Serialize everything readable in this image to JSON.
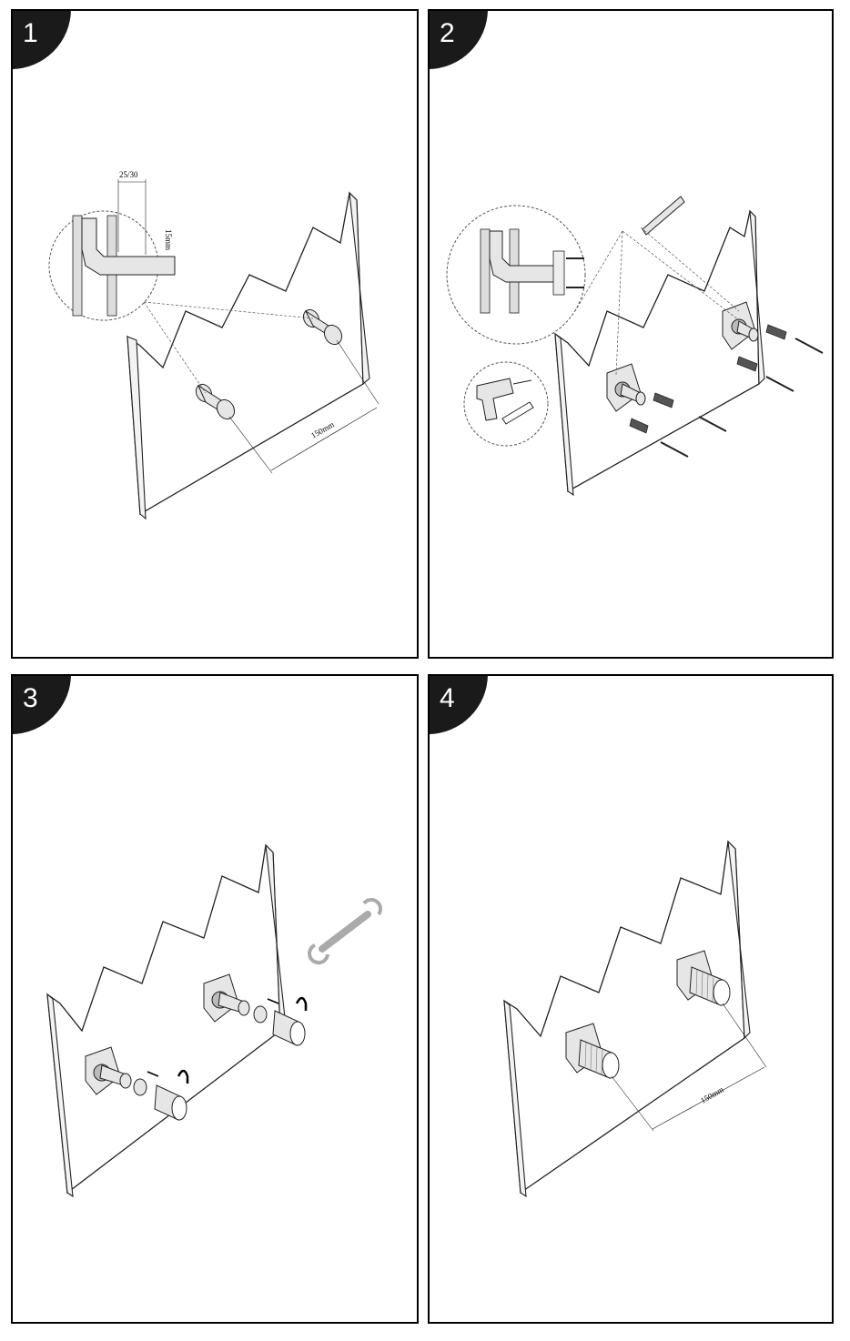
{
  "steps": [
    {
      "number": "1",
      "labels": {
        "gap": "25/30",
        "depth": "15mm",
        "spacing": "150mm"
      }
    },
    {
      "number": "2"
    },
    {
      "number": "3"
    },
    {
      "number": "4",
      "labels": {
        "spacing": "150mm"
      }
    }
  ]
}
